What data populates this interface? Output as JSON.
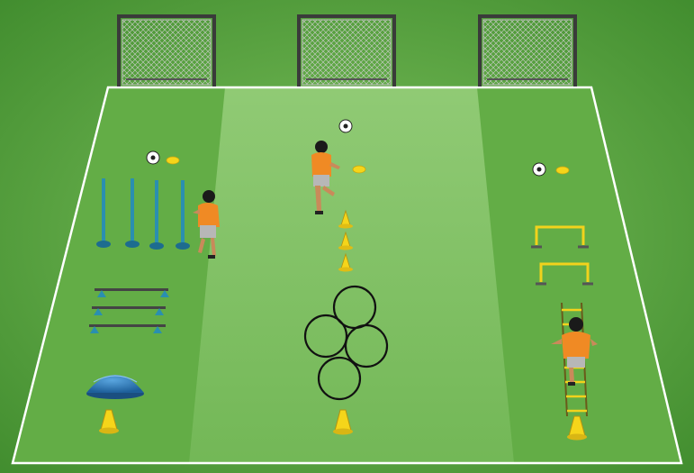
{
  "scene": {
    "colors": {
      "grass_outer": "#4f9d3a",
      "grass_inner": "#6cb64e",
      "lane_light": "#86c56a",
      "field_line": "#ffffff",
      "goal_frame": "#3a3a3a",
      "goal_net": "#e9e9e9",
      "pole": "#2a8fb0",
      "pole_base": "#1d6c8f",
      "hurdle_yellow": "#f2d21c",
      "cone_yellow": "#f5d51a",
      "cone_orange": "#f39a1a",
      "ring": "#111111",
      "ladder": "#c9a015",
      "bosu": "#2d78b6",
      "jersey": "#f08a24",
      "shorts": "#b7b7b7",
      "hair": "#1a1a1a",
      "skin": "#c98a5a"
    },
    "goals": [
      "goal-left",
      "goal-center",
      "goal-right"
    ],
    "stations": [
      {
        "name": "left-station",
        "equipment": [
          "slalom-poles",
          "low-hurdles",
          "balance-dome",
          "marker-cone"
        ]
      },
      {
        "name": "center-station",
        "equipment": [
          "cone-line",
          "agility-rings",
          "marker-cone"
        ]
      },
      {
        "name": "right-station",
        "equipment": [
          "mini-hurdles",
          "agility-ladder",
          "marker-cone"
        ]
      }
    ]
  }
}
